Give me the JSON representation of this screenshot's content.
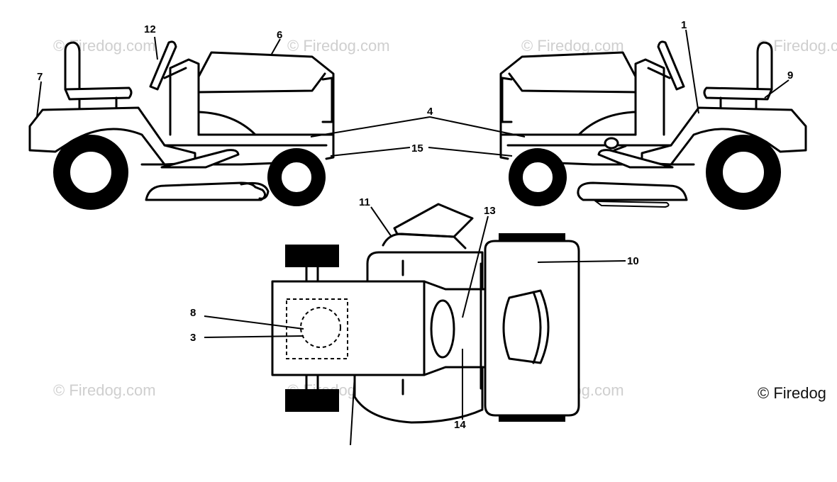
{
  "callouts": {
    "c1": "1",
    "c3": "3",
    "c4": "4",
    "c6": "6",
    "c7": "7",
    "c8": "8",
    "c9": "9",
    "c10": "10",
    "c11": "11",
    "c12": "12",
    "c13": "13",
    "c14": "14",
    "c15": "15"
  },
  "watermarks": {
    "w1": "© Firedog.com",
    "w2": "© Firedog.com",
    "w3": "© Firedog.com",
    "w4": "© Firedog.com",
    "w5": "© Firedog.com",
    "w6": "© Firedog.com",
    "w7": "© Firedog.com",
    "w8": "© Firedog"
  }
}
